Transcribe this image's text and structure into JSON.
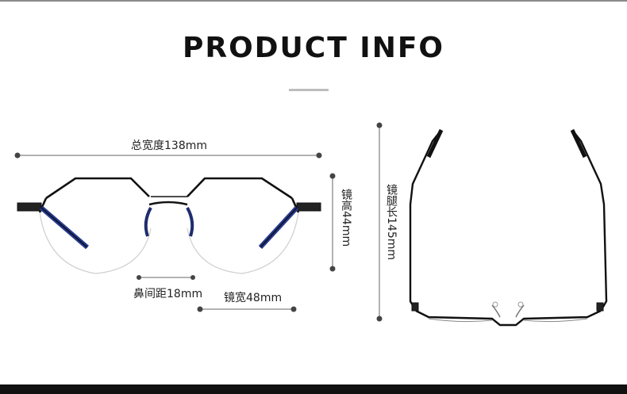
{
  "header": {
    "title": "PRODUCT INFO"
  },
  "dimensions": {
    "total_width": "总宽度138mm",
    "lens_height": "镜高44mm",
    "bridge_distance": "鼻间距18mm",
    "lens_width": "镜宽48mm",
    "temple_length": "镜腿长145mm"
  },
  "colors": {
    "frame": "#111111",
    "temple_accent": "#2b3c8c",
    "dimension_line": "#555555"
  }
}
